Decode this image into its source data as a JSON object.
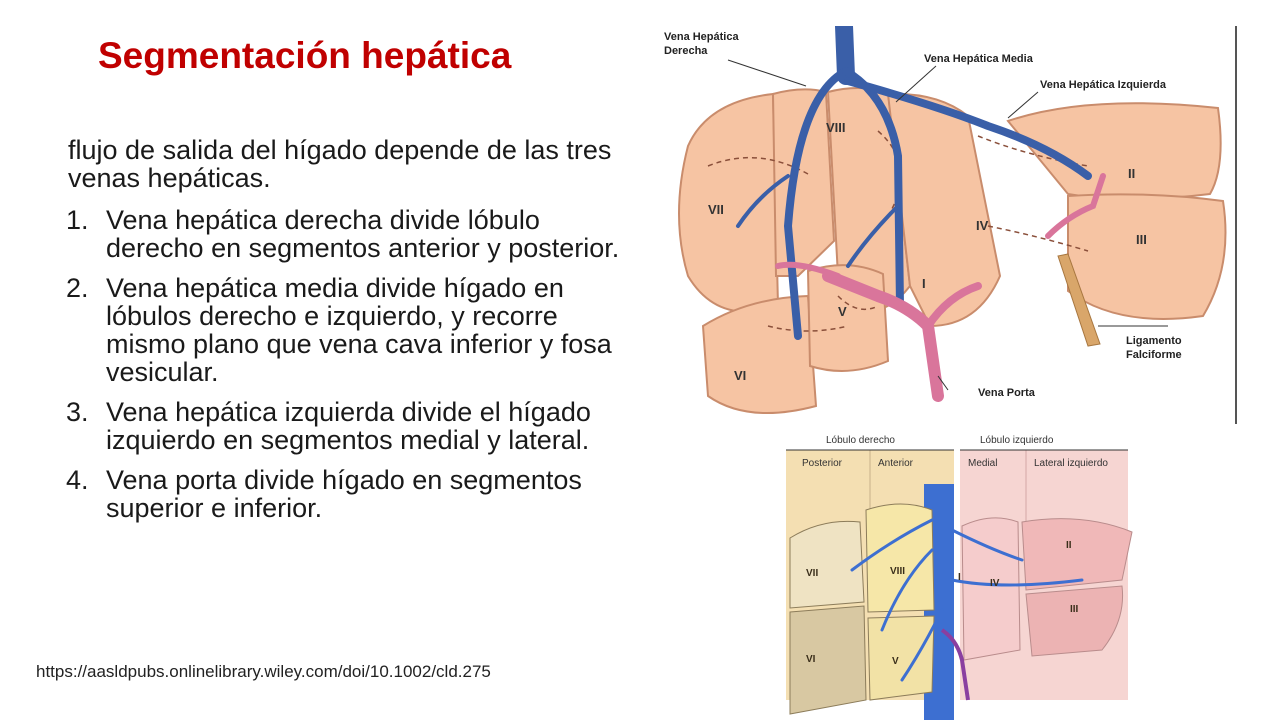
{
  "slide": {
    "title": "Segmentación hepática",
    "intro": "flujo de salida del hígado depende de las tres venas hepáticas.",
    "items": [
      {
        "num": "1.",
        "text": "Vena hepática derecha divide lóbulo derecho en segmentos anterior y posterior."
      },
      {
        "num": "2.",
        "text": "Vena hepática media divide hígado en lóbulos derecho e izquierdo, y recorre mismo plano que vena cava inferior y fosa vesicular."
      },
      {
        "num": "3.",
        "text": "Vena hepática izquierda divide el hígado izquierdo en segmentos medial y lateral."
      },
      {
        "num": "4.",
        "text": "Vena porta divide hígado en segmentos superior e inferior."
      }
    ],
    "source": "https://aasldpubs.onlinelibrary.wiley.com/doi/10.1002/cld.275"
  },
  "figure_top": {
    "labels": {
      "rhv1": "Vena Hepática",
      "rhv2": "Derecha",
      "mhv": "Vena Hepática Media",
      "lhv": "Vena Hepática Izquierda",
      "lig1": "Ligamento",
      "lig2": "Falciforme",
      "portal": "Vena Porta"
    },
    "segments": {
      "s1": "I",
      "s2": "II",
      "s3": "III",
      "s4": "IV",
      "s5": "V",
      "s6": "VI",
      "s7": "VII",
      "s8": "VIII"
    },
    "colors": {
      "liver": "#f6c4a3",
      "vein": "#3a5fa8",
      "portal": "#d9759b",
      "ligament": "#d9a66a"
    }
  },
  "figure_bottom": {
    "headers": {
      "right_lobe": "Lóbulo derecho",
      "left_lobe": "Lóbulo izquierdo",
      "posterior": "Posterior",
      "anterior": "Anterior",
      "medial": "Medial",
      "lateral": "Lateral izquierdo"
    },
    "segments": {
      "s2": "II",
      "s3": "III",
      "s4": "IV",
      "s5": "V",
      "s6": "VI",
      "s7": "VII",
      "s8": "VIII",
      "s1": "I"
    },
    "colors": {
      "right": "#f4dfb2",
      "left": "#f2c8c8",
      "vein": "#3d6fd1"
    }
  }
}
